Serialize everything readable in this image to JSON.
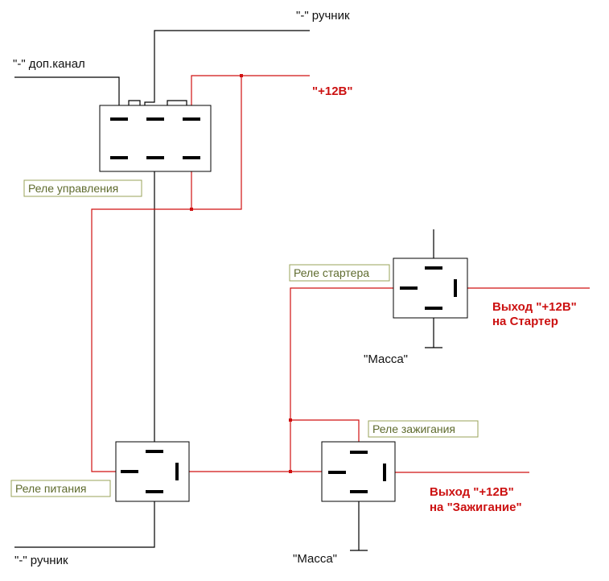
{
  "labels": {
    "ruchnik_top": "\"-\" ручник",
    "dop_kanal": "\"-\" доп.канал",
    "plus12_top": "\"+12В\"",
    "massa_starter": "\"Масса\"",
    "massa_ignition": "\"Масса\"",
    "ruchnik_bottom": "\"-\" ручник",
    "out_starter_line1": "Выход \"+12В\"",
    "out_starter_line2": "на Стартер",
    "out_ignition_line1": "Выход \"+12В\"",
    "out_ignition_line2": "на \"Зажигание\""
  },
  "relays": {
    "control": "Реле управления",
    "starter": "Реле стартера",
    "power": "Реле питания",
    "ignition": "Реле зажигания"
  },
  "colors": {
    "wire_black": "#000000",
    "wire_red": "#d01010",
    "label_red": "#cc1111",
    "tag_text": "#5f6b2e",
    "tag_border": "#9aa35a"
  }
}
